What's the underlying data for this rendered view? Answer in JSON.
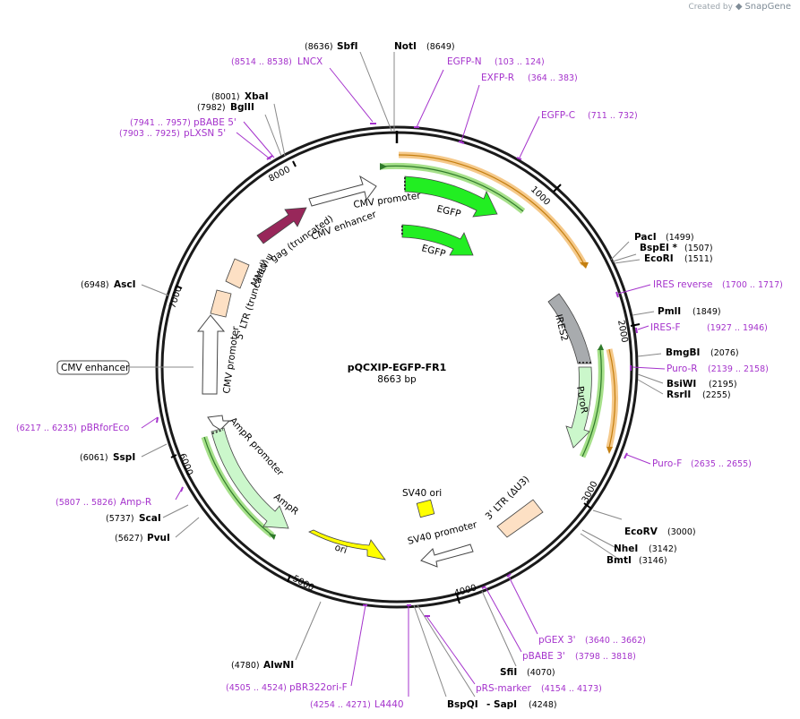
{
  "brand": {
    "created_by": "Created by",
    "app": "SnapGene"
  },
  "plasmid": {
    "name": "pQCXIP-EGFP-FR1",
    "length": "8663 bp"
  },
  "ticks": [
    "1000",
    "2000",
    "3000",
    "4000",
    "5000",
    "6000",
    "7000",
    "8000"
  ],
  "sites": [
    {
      "name": "SbfI",
      "pos": "(8636)"
    },
    {
      "name": "NotI",
      "pos": "(8649)"
    },
    {
      "name": "XbaI",
      "pos": "(8001)"
    },
    {
      "name": "BglII",
      "pos": "(7982)"
    },
    {
      "name": "PacI",
      "pos": "(1499)"
    },
    {
      "name": "BspEI *",
      "pos": "(1507)"
    },
    {
      "name": "EcoRI",
      "pos": "(1511)"
    },
    {
      "name": "PmlI",
      "pos": "(1849)"
    },
    {
      "name": "BmgBI",
      "pos": "(2076)"
    },
    {
      "name": "BsiWI",
      "pos": "(2195)"
    },
    {
      "name": "RsrII",
      "pos": "(2255)"
    },
    {
      "name": "AscI",
      "pos": "(6948)"
    },
    {
      "name": "SspI",
      "pos": "(6061)"
    },
    {
      "name": "ScaI",
      "pos": "(5737)"
    },
    {
      "name": "PvuI",
      "pos": "(5627)"
    },
    {
      "name": "EcoRV",
      "pos": "(3000)"
    },
    {
      "name": "NheI",
      "pos": "(3142)"
    },
    {
      "name": "BmtI",
      "pos": "(3146)"
    },
    {
      "name": "AlwNI",
      "pos": "(4780)"
    },
    {
      "name": "SfiI",
      "pos": "(4070)"
    },
    {
      "name": "BspQI",
      "pos": ""
    },
    {
      "name": "- SapI",
      "pos": "(4248)"
    }
  ],
  "primers": [
    {
      "name": "LNCX",
      "range": "(8514 .. 8538)"
    },
    {
      "name": "EGFP-N",
      "range": "(103 .. 124)"
    },
    {
      "name": "EXFP-R",
      "range": "(364 .. 383)"
    },
    {
      "name": "EGFP-C",
      "range": "(711 .. 732)"
    },
    {
      "name": "pBABE 5'",
      "range": "(7941 .. 7957)"
    },
    {
      "name": "pLXSN 5'",
      "range": "(7903 .. 7925)"
    },
    {
      "name": "IRES reverse",
      "range": "(1700 .. 1717)"
    },
    {
      "name": "IRES-F",
      "range": "(1927 .. 1946)"
    },
    {
      "name": "Puro-R",
      "range": "(2139 .. 2158)"
    },
    {
      "name": "Puro-F",
      "range": "(2635 .. 2655)"
    },
    {
      "name": "pBRforEco",
      "range": "(6217 .. 6235)"
    },
    {
      "name": "Amp-R",
      "range": "(5807 .. 5826)"
    },
    {
      "name": "pGEX 3'",
      "range": "(3640 .. 3662)"
    },
    {
      "name": "pBABE 3'",
      "range": "(3798 .. 3818)"
    },
    {
      "name": "pRS-marker",
      "range": "(4154 .. 4173)"
    },
    {
      "name": "pBR322ori-F",
      "range": "(4505 .. 4524)"
    },
    {
      "name": "L4440",
      "range": "(4254 .. 4271)"
    }
  ],
  "features": {
    "cmv_promoter_top": "CMV promoter",
    "egfp_1": "EGFP",
    "egfp_2": "EGFP",
    "cmv_enhancer_inner": "CMV enhancer",
    "gag": "gag (truncated)",
    "mmlv": "MMLV ψ",
    "ltr5": "5' LTR (truncated)",
    "cmv_promoter_left": "CMV promoter",
    "cmv_enhancer_box": "CMV enhancer",
    "ires2": "IRES2",
    "puror": "PuroR",
    "ampr_promoter": "AmpR promoter",
    "ampr": "AmpR",
    "ori": "ori",
    "sv40_ori": "SV40 ori",
    "sv40_promoter": "SV40 promoter",
    "ltr3": "3' LTR (ΔU3)"
  },
  "colors": {
    "egfp": "#22ee22",
    "gag": "#98275a",
    "ires": "#a8abae",
    "puror": "#cbf7cb",
    "ori": "#ffff00",
    "ltr": "#fde0c4",
    "primer": "#a533cc",
    "highlight_orange": "#f5c98a",
    "highlight_green": "#a6e08a"
  }
}
